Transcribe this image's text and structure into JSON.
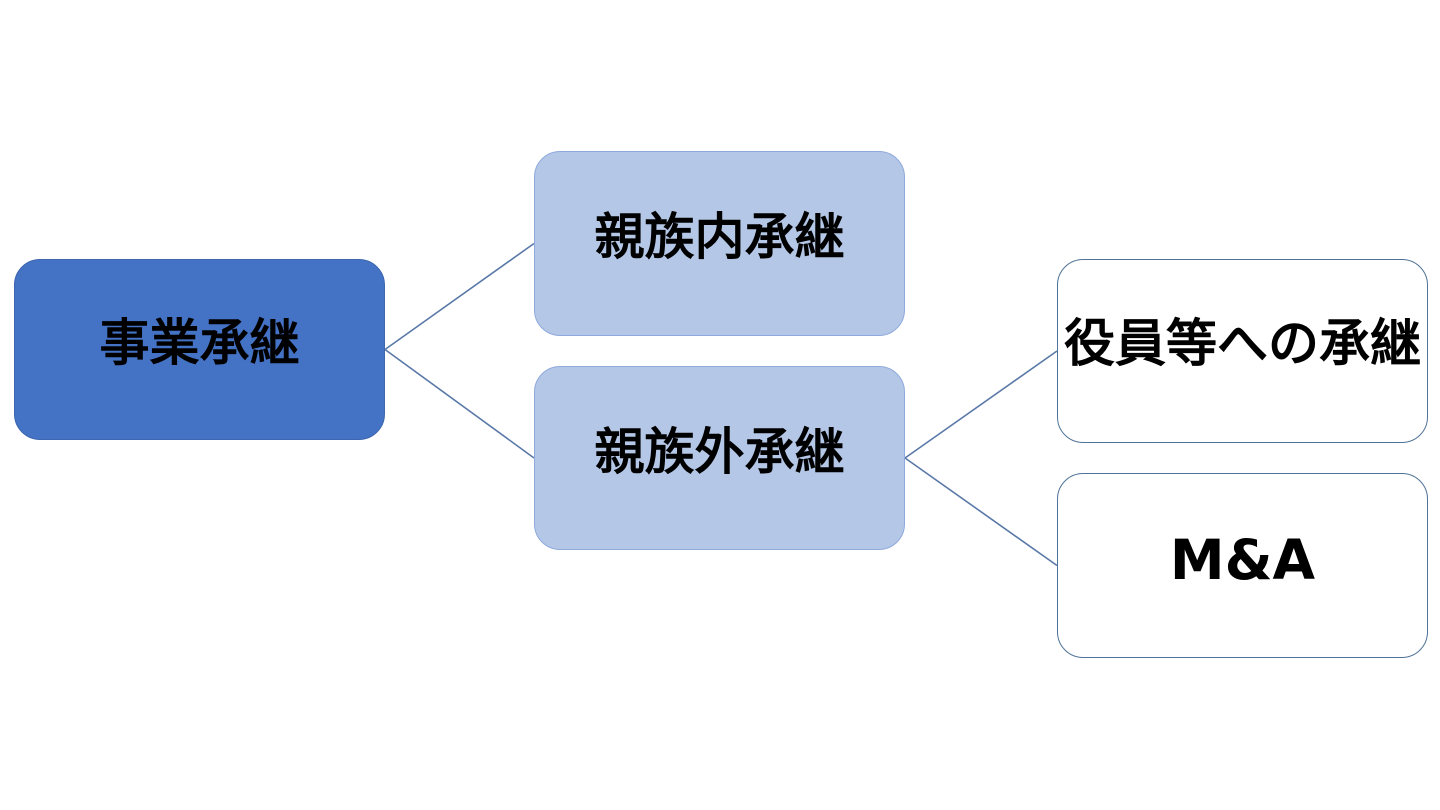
{
  "diagram": {
    "title": "business-succession-hierarchy",
    "nodes": [
      {
        "id": "root",
        "label": "事業承継",
        "level": 1
      },
      {
        "id": "family-internal",
        "label": "親族内承継",
        "level": 2
      },
      {
        "id": "family-external",
        "label": "親族外承継",
        "level": 2
      },
      {
        "id": "executives",
        "label": "役員等への承継",
        "level": 3
      },
      {
        "id": "ma",
        "label": "M&A",
        "level": 3
      }
    ],
    "edges": [
      {
        "from": "root",
        "to": "family-internal"
      },
      {
        "from": "root",
        "to": "family-external"
      },
      {
        "from": "family-external",
        "to": "executives"
      },
      {
        "from": "family-external",
        "to": "ma"
      }
    ],
    "colors": {
      "root_fill": "#4472C4",
      "level2_fill": "#B4C7E7",
      "level2_border": "#8EA9DB",
      "level3_fill": "#FFFFFF",
      "level3_border": "#4F7397",
      "connector": "#5A79A8",
      "text": "#000000",
      "background": "#FFFFFF"
    }
  }
}
